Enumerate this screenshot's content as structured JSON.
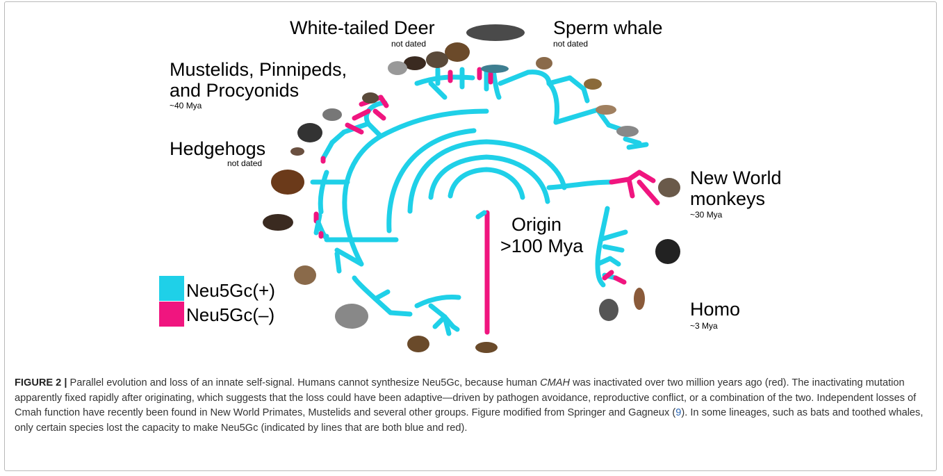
{
  "colors": {
    "positive": "#1fd0e8",
    "negative": "#f0157f"
  },
  "labels": {
    "deer": {
      "title": "White-tailed Deer",
      "note": "not dated"
    },
    "whale": {
      "title": "Sperm whale",
      "note": "not dated"
    },
    "mustelids": {
      "line1": "Mustelids, Pinnipeds,",
      "line2": "and Procyonids",
      "note": "~40 Mya"
    },
    "hedgehogs": {
      "title": "Hedgehogs",
      "note": "not dated"
    },
    "nwm": {
      "line1": "New World",
      "line2": "monkeys",
      "note": "~30 Mya"
    },
    "origin": {
      "line1": "Origin",
      "line2": ">100 Mya"
    },
    "homo": {
      "title": "Homo",
      "note": "~3 Mya"
    }
  },
  "legend": {
    "positive": "Neu5Gc(+)",
    "negative": "Neu5Gc(–)"
  },
  "animals": [
    "whale-icon",
    "dolphin-icon",
    "deer-icon",
    "ram-icon",
    "boar-icon",
    "rabbit-icon",
    "chipmunk-icon",
    "gerbil-icon",
    "mouse-icon",
    "seal-icon",
    "ferret-icon",
    "raccoon-icon",
    "panda-icon",
    "hedgehog-icon",
    "horse-icon",
    "bat-icon",
    "sloth-icon",
    "elephant-icon",
    "kangaroo-icon",
    "platypus-icon",
    "marmoset-icon",
    "gibbon-icon",
    "gorilla-icon",
    "human-icon"
  ],
  "caption": {
    "label": "FIGURE 2 |",
    "p1": " Parallel evolution and loss of an innate self-signal. Humans cannot synthesize Neu5Gc, because human ",
    "gene": "CMAH",
    "p2": " was inactivated over two million years ago (red). The inactivating mutation apparently fixed rapidly after originating, which suggests that the loss could have been adaptive—driven by pathogen avoidance, reproductive conflict, or a combination of the two. Independent losses of Cmah function have recently been found in New World Primates, Mustelids and several other groups. Figure modified from Springer and Gagneux (",
    "ref": "9",
    "p3": "). In some lineages, such as bats and toothed whales, only certain species lost the capacity to make Neu5Gc (indicated by lines that are both blue and red)."
  }
}
